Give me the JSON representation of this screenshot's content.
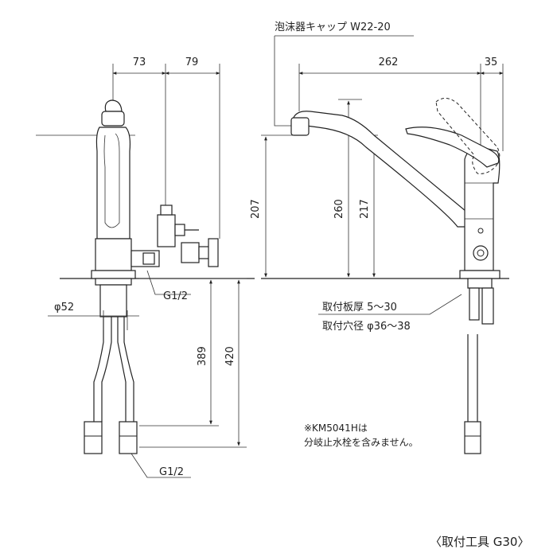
{
  "dimensions": {
    "left_width_a": "73",
    "left_width_b": "79",
    "spout_reach": "262",
    "handle_offset": "35",
    "spout_height_207": "207",
    "height_260": "260",
    "height_217": "217",
    "under_389": "389",
    "under_420": "420",
    "phi52": "φ52"
  },
  "labels": {
    "aerator_cap": "泡沫器キャップ W22-20",
    "thread_top": "G1/2",
    "thread_bottom": "G1/2",
    "plate_thickness": "取付板厚 5〜30",
    "hole_diameter": "取付穴径 φ36〜38",
    "note_line1": "※KM5041Hは",
    "note_line2": "分岐止水栓を含みません。",
    "tool": "〈取付工具 G30〉"
  }
}
